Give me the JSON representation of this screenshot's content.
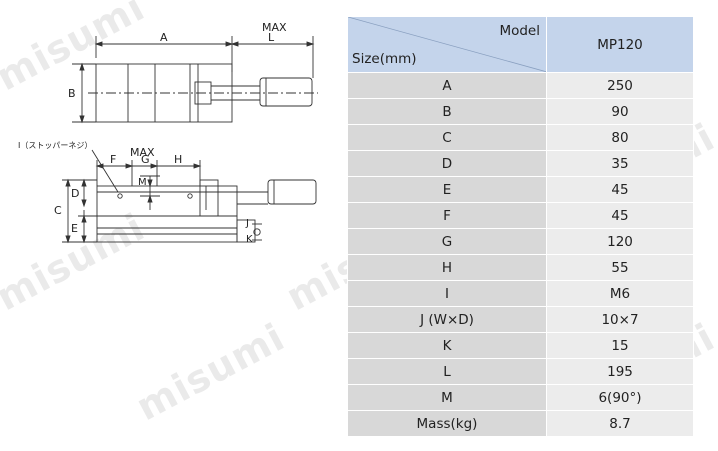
{
  "drawing": {
    "top_labels": {
      "a": "A",
      "max": "MAX",
      "l": "L",
      "b": "B"
    },
    "side_labels": {
      "stopper_screw": "I（ストッパーネジ）",
      "max": "MAX",
      "f": "F",
      "g": "G",
      "h": "H",
      "c": "C",
      "d": "D",
      "e": "E",
      "m": "M",
      "j": "J",
      "k": "K"
    },
    "line_color": "#333333"
  },
  "watermark_text": "misumi",
  "table": {
    "header": {
      "model_label": "Model",
      "size_label": "Size(mm)",
      "model": "MP120"
    },
    "rows": [
      {
        "label": "A",
        "value": "250"
      },
      {
        "label": "B",
        "value": "90"
      },
      {
        "label": "C",
        "value": "80"
      },
      {
        "label": "D",
        "value": "35"
      },
      {
        "label": "E",
        "value": "45"
      },
      {
        "label": "F",
        "value": "45"
      },
      {
        "label": "G",
        "value": "120"
      },
      {
        "label": "H",
        "value": "55"
      },
      {
        "label": "I",
        "value": "M6"
      },
      {
        "label": "J (W×D)",
        "value": "10×7"
      },
      {
        "label": "K",
        "value": "15"
      },
      {
        "label": "L",
        "value": "195"
      },
      {
        "label": "M",
        "value": "6(90°)"
      },
      {
        "label": "Mass(kg)",
        "value": "8.7"
      }
    ],
    "colors": {
      "header_bg": "#c4d4eb",
      "label_bg": "#d8d8d8",
      "value_bg": "#ececec"
    }
  }
}
